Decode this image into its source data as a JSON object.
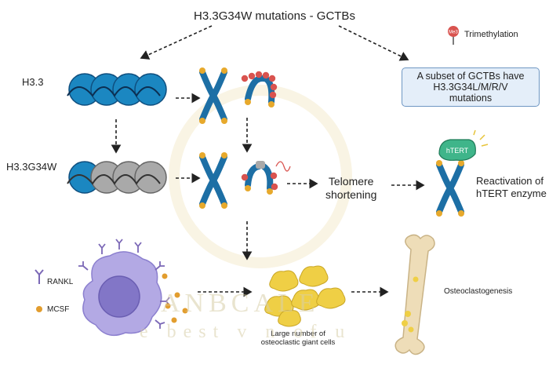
{
  "title": "H3.3G34W mutations - GCTBs",
  "legend": {
    "trimethylation_badge": "Me3",
    "trimethylation_label": "Trimethylation"
  },
  "subset_box": {
    "line1": "A subset of GCTBs have",
    "line2": "H3.3G34L/M/R/V",
    "line3": "mutations"
  },
  "row_labels": {
    "wildtype": "H3.3",
    "mutant": "H3.3G34W"
  },
  "telomere": {
    "line1": "Telomere",
    "line2": "shortening"
  },
  "htert": {
    "badge": "hTERT",
    "line1": "Reactivation of",
    "line2": "hTERT enzyme"
  },
  "rankl_label": "RANKL",
  "mcsf_label": "MCSF",
  "giant_cells": {
    "line1": "Large number of",
    "line2": "osteoclastic giant cells"
  },
  "osteoclastogenesis": "Osteoclastogenesis",
  "watermark": {
    "line1": "ANBCALE",
    "line2": "e best v    n of  u"
  },
  "colors": {
    "histone_wt": "#1b87c1",
    "histone_mut": "#a9a9a9",
    "chromosome": "#1d6fa5",
    "telomere_cap": "#e7a92c",
    "methyl_red": "#d9534f",
    "cell": "#b3a9e4",
    "nucleus": "#8276c7",
    "receptor": "#7b68b6",
    "mcsf_dot": "#e29d2e",
    "giant_cell": "#efcf45",
    "bone": "#eeddb8",
    "htert": "#3fb58a",
    "box_fill": "#e4eef9",
    "box_border": "#6f97c3"
  }
}
